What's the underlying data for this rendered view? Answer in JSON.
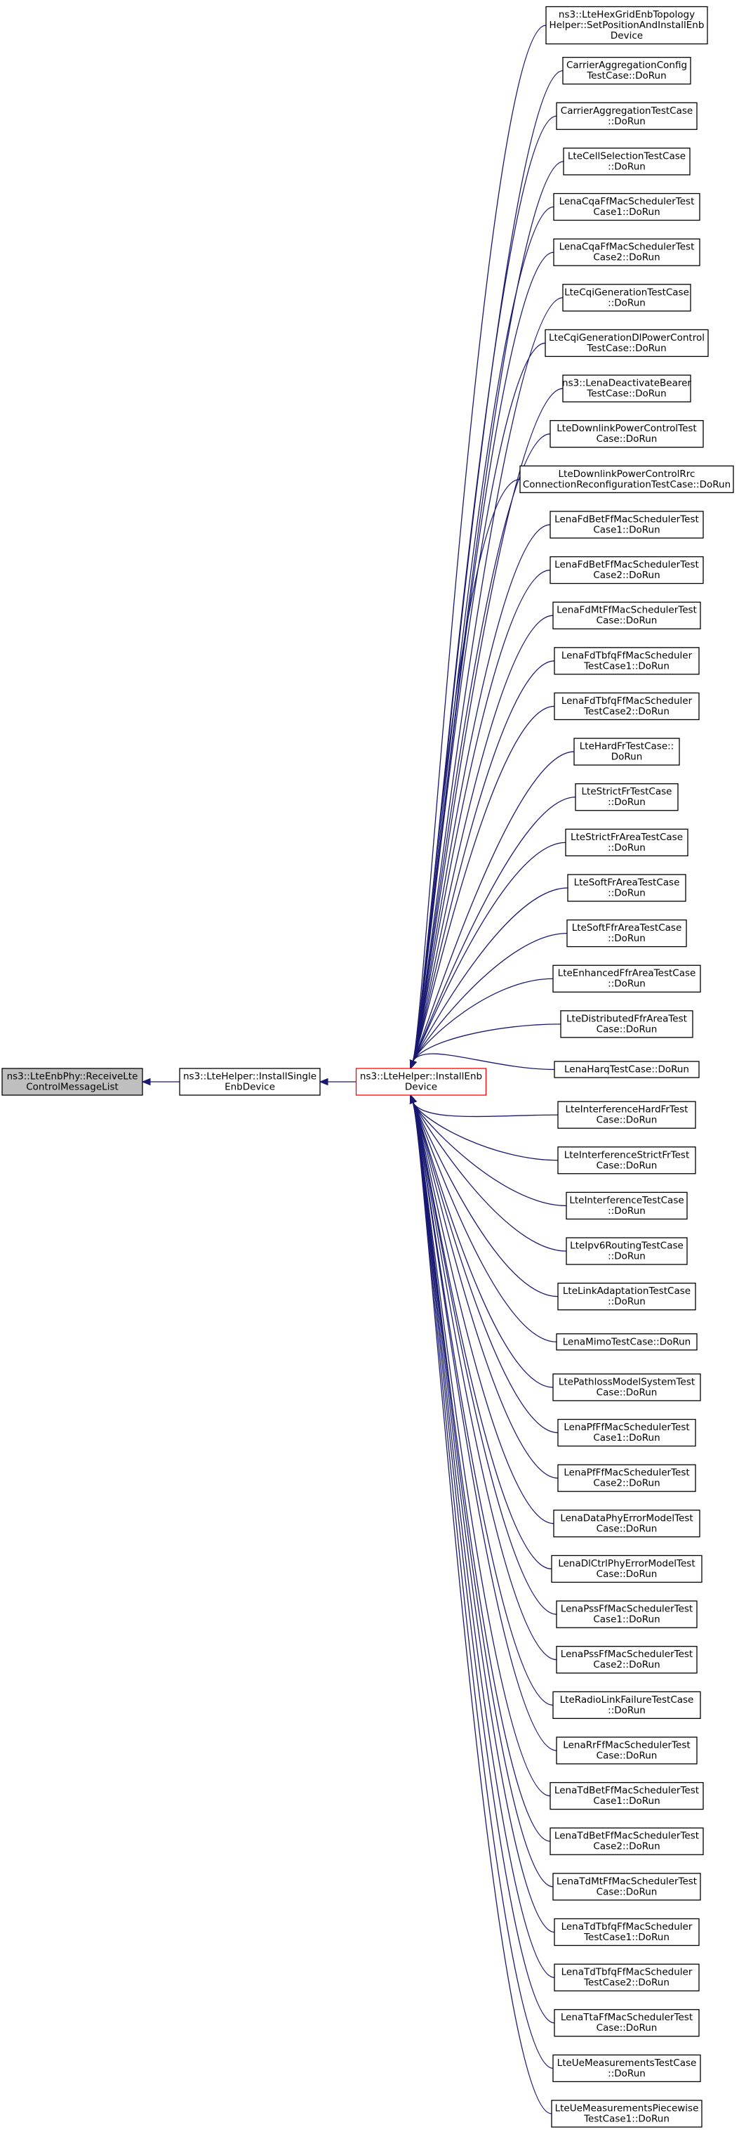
{
  "diagram": {
    "edge_color": "#191970",
    "focus_border_color": "#ff0000",
    "root_fill_color": "#bfbfbf",
    "root": {
      "id": "root",
      "lines": [
        "ns3::LteEnbPhy::ReceiveLte",
        "ControlMessageList"
      ]
    },
    "middle": {
      "id": "mid",
      "lines": [
        "ns3::LteHelper::InstallSingle",
        "EnbDevice"
      ]
    },
    "focus": {
      "id": "focus",
      "lines": [
        "ns3::LteHelper::InstallEnb",
        "Device"
      ]
    },
    "callers": [
      {
        "lines": [
          "ns3::LteHexGridEnbTopology",
          "Helper::SetPositionAndInstallEnb",
          "Device"
        ]
      },
      {
        "lines": [
          "CarrierAggregationConfig",
          "TestCase::DoRun"
        ]
      },
      {
        "lines": [
          "CarrierAggregationTestCase",
          "::DoRun"
        ]
      },
      {
        "lines": [
          "LteCellSelectionTestCase",
          "::DoRun"
        ]
      },
      {
        "lines": [
          "LenaCqaFfMacSchedulerTest",
          "Case1::DoRun"
        ]
      },
      {
        "lines": [
          "LenaCqaFfMacSchedulerTest",
          "Case2::DoRun"
        ]
      },
      {
        "lines": [
          "LteCqiGenerationTestCase",
          "::DoRun"
        ]
      },
      {
        "lines": [
          "LteCqiGenerationDlPowerControl",
          "TestCase::DoRun"
        ]
      },
      {
        "lines": [
          "ns3::LenaDeactivateBearer",
          "TestCase::DoRun"
        ]
      },
      {
        "lines": [
          "LteDownlinkPowerControlTest",
          "Case::DoRun"
        ]
      },
      {
        "lines": [
          "LteDownlinkPowerControlRrc",
          "ConnectionReconfigurationTestCase::DoRun"
        ]
      },
      {
        "lines": [
          "LenaFdBetFfMacSchedulerTest",
          "Case1::DoRun"
        ]
      },
      {
        "lines": [
          "LenaFdBetFfMacSchedulerTest",
          "Case2::DoRun"
        ]
      },
      {
        "lines": [
          "LenaFdMtFfMacSchedulerTest",
          "Case::DoRun"
        ]
      },
      {
        "lines": [
          "LenaFdTbfqFfMacScheduler",
          "TestCase1::DoRun"
        ]
      },
      {
        "lines": [
          "LenaFdTbfqFfMacScheduler",
          "TestCase2::DoRun"
        ]
      },
      {
        "lines": [
          "LteHardFrTestCase::",
          "DoRun"
        ]
      },
      {
        "lines": [
          "LteStrictFrTestCase",
          "::DoRun"
        ]
      },
      {
        "lines": [
          "LteStrictFrAreaTestCase",
          "::DoRun"
        ]
      },
      {
        "lines": [
          "LteSoftFrAreaTestCase",
          "::DoRun"
        ]
      },
      {
        "lines": [
          "LteSoftFfrAreaTestCase",
          "::DoRun"
        ]
      },
      {
        "lines": [
          "LteEnhancedFfrAreaTestCase",
          "::DoRun"
        ]
      },
      {
        "lines": [
          "LteDistributedFfrAreaTest",
          "Case::DoRun"
        ]
      },
      {
        "lines": [
          "LenaHarqTestCase::DoRun"
        ]
      },
      {
        "lines": [
          "LteInterferenceHardFrTest",
          "Case::DoRun"
        ]
      },
      {
        "lines": [
          "LteInterferenceStrictFrTest",
          "Case::DoRun"
        ]
      },
      {
        "lines": [
          "LteInterferenceTestCase",
          "::DoRun"
        ]
      },
      {
        "lines": [
          "LteIpv6RoutingTestCase",
          "::DoRun"
        ]
      },
      {
        "lines": [
          "LteLinkAdaptationTestCase",
          "::DoRun"
        ]
      },
      {
        "lines": [
          "LenaMimoTestCase::DoRun"
        ]
      },
      {
        "lines": [
          "LtePathlossModelSystemTest",
          "Case::DoRun"
        ]
      },
      {
        "lines": [
          "LenaPfFfMacSchedulerTest",
          "Case1::DoRun"
        ]
      },
      {
        "lines": [
          "LenaPfFfMacSchedulerTest",
          "Case2::DoRun"
        ]
      },
      {
        "lines": [
          "LenaDataPhyErrorModelTest",
          "Case::DoRun"
        ]
      },
      {
        "lines": [
          "LenaDlCtrlPhyErrorModelTest",
          "Case::DoRun"
        ]
      },
      {
        "lines": [
          "LenaPssFfMacSchedulerTest",
          "Case1::DoRun"
        ]
      },
      {
        "lines": [
          "LenaPssFfMacSchedulerTest",
          "Case2::DoRun"
        ]
      },
      {
        "lines": [
          "LteRadioLinkFailureTestCase",
          "::DoRun"
        ]
      },
      {
        "lines": [
          "LenaRrFfMacSchedulerTest",
          "Case::DoRun"
        ]
      },
      {
        "lines": [
          "LenaTdBetFfMacSchedulerTest",
          "Case1::DoRun"
        ]
      },
      {
        "lines": [
          "LenaTdBetFfMacSchedulerTest",
          "Case2::DoRun"
        ]
      },
      {
        "lines": [
          "LenaTdMtFfMacSchedulerTest",
          "Case::DoRun"
        ]
      },
      {
        "lines": [
          "LenaTdTbfqFfMacScheduler",
          "TestCase1::DoRun"
        ]
      },
      {
        "lines": [
          "LenaTdTbfqFfMacScheduler",
          "TestCase2::DoRun"
        ]
      },
      {
        "lines": [
          "LenaTtaFfMacSchedulerTest",
          "Case::DoRun"
        ]
      },
      {
        "lines": [
          "LteUeMeasurementsTestCase",
          "::DoRun"
        ]
      },
      {
        "lines": [
          "LteUeMeasurementsPiecewise",
          "TestCase1::DoRun"
        ]
      }
    ]
  }
}
